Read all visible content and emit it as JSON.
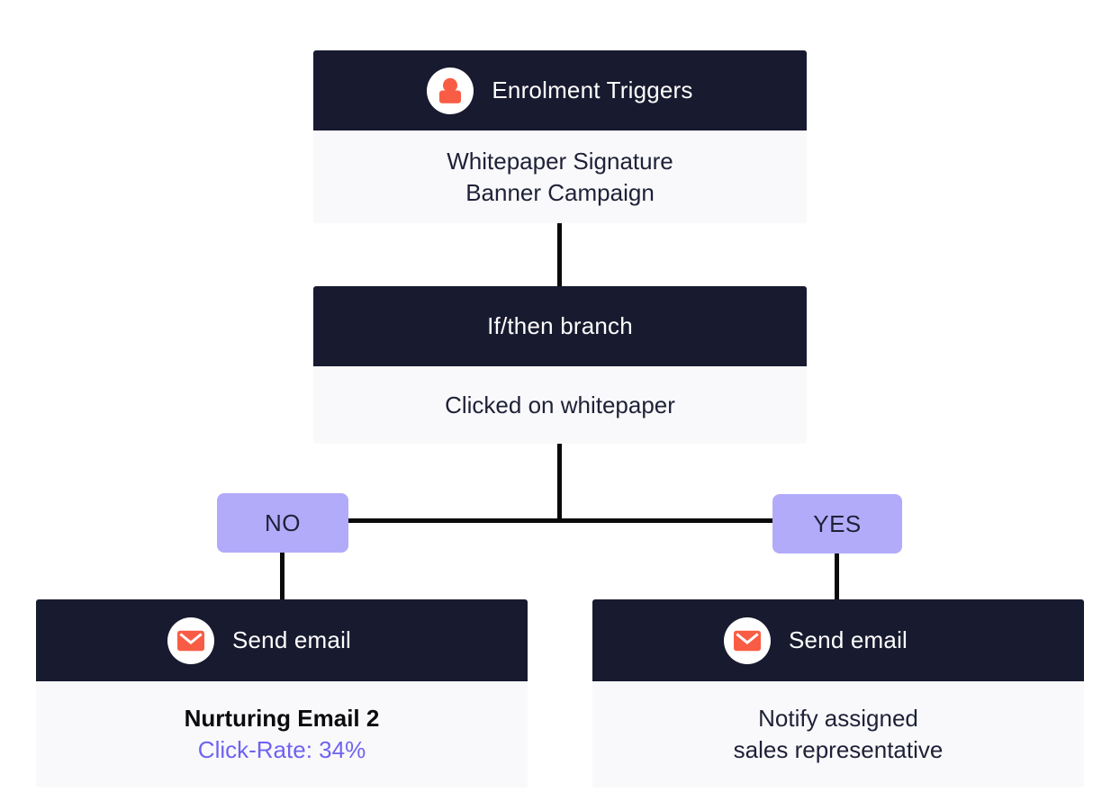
{
  "colors": {
    "header_bg": "#181a2f",
    "body_bg": "#f9f9fb",
    "chip_bg": "#b2abfa",
    "accent_orange": "#f95c44",
    "metric_purple": "#6f63f0",
    "ink": "#1e2137",
    "ink_strong": "#0b0b0e",
    "connector": "#0a0a0a",
    "header_text": "#ffffff"
  },
  "nodes": {
    "trigger": {
      "icon": "person-icon",
      "header": "Enrolment Triggers",
      "line1": "Whitepaper Signature",
      "line2": "Banner Campaign"
    },
    "branch": {
      "header": "If/then branch",
      "line1": "Clicked on whitepaper"
    },
    "no_label": "NO",
    "yes_label": "YES",
    "email_no": {
      "icon": "email-icon",
      "header": "Send email",
      "line1": "Nurturing Email 2",
      "line2": "Click-Rate: 34%"
    },
    "email_yes": {
      "icon": "email-icon",
      "header": "Send email",
      "line1": "Notify assigned",
      "line2": "sales representative"
    }
  }
}
